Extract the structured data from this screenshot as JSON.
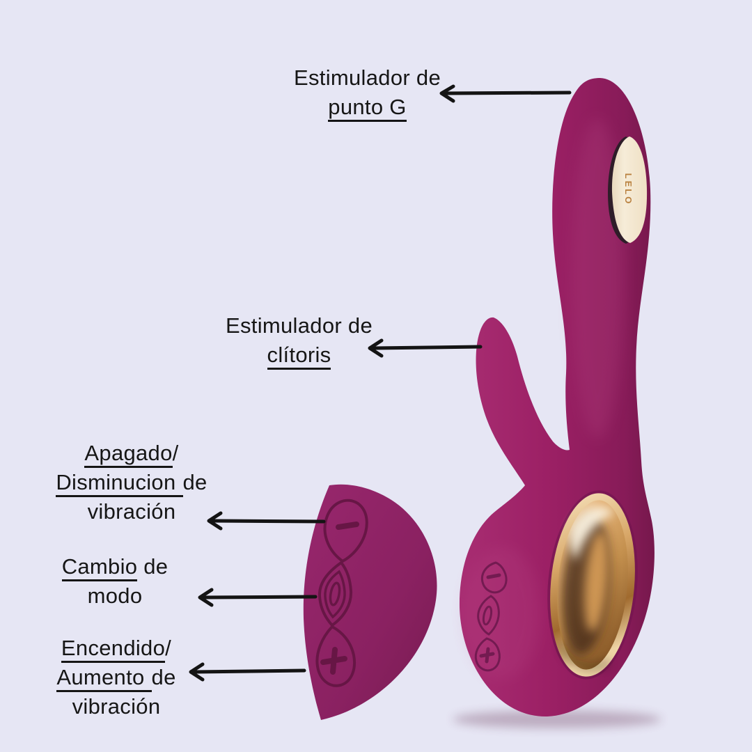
{
  "image": {
    "type": "annotated product diagram",
    "background": "#e6e6f4"
  },
  "brand": {
    "name": "LELO"
  },
  "annotations": {
    "gspot": {
      "line1": "Estimulador de",
      "line2": "punto G"
    },
    "clitoris": {
      "line1": "Estimulador de",
      "line2": "clítoris"
    },
    "power_down": {
      "u1": "Apagado",
      "r1": "/",
      "u2": "Disminucion",
      "r2": "de",
      "line3": "vibración"
    },
    "mode": {
      "u1": "Cambio",
      "r1": " de",
      "line2": "modo"
    },
    "power_up": {
      "u1": "Encendido",
      "r1": "/",
      "u2": "Aumento",
      "r2": "de",
      "line3": "vibración"
    }
  },
  "icons": {
    "minus_button": "minus-icon",
    "mode_button": "mode-wave-icon",
    "plus_button": "plus-icon"
  },
  "colors": {
    "background": "#e6e6f4",
    "device_magenta": "#9d2166",
    "device_magenta_light": "#ab2e74",
    "device_magenta_dark": "#82194f",
    "inset_magenta": "#93266a",
    "button_outline": "#641543",
    "gold_light": "#f6e3bd",
    "gold": "#d8a768",
    "gold_dark": "#8f5c26",
    "plate_cream": "#f4e9d4",
    "brand_gold": "#b9813f",
    "text": "#161616",
    "arrow": "#141414"
  }
}
